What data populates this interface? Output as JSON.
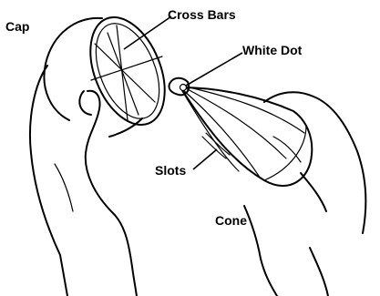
{
  "labels": {
    "cap": "Cap",
    "cross_bars": "Cross Bars",
    "white_dot": "White Dot",
    "slots": "Slots",
    "cone": "Cone"
  },
  "colors": {
    "ink": "#000000",
    "paper": "#ffffff"
  }
}
